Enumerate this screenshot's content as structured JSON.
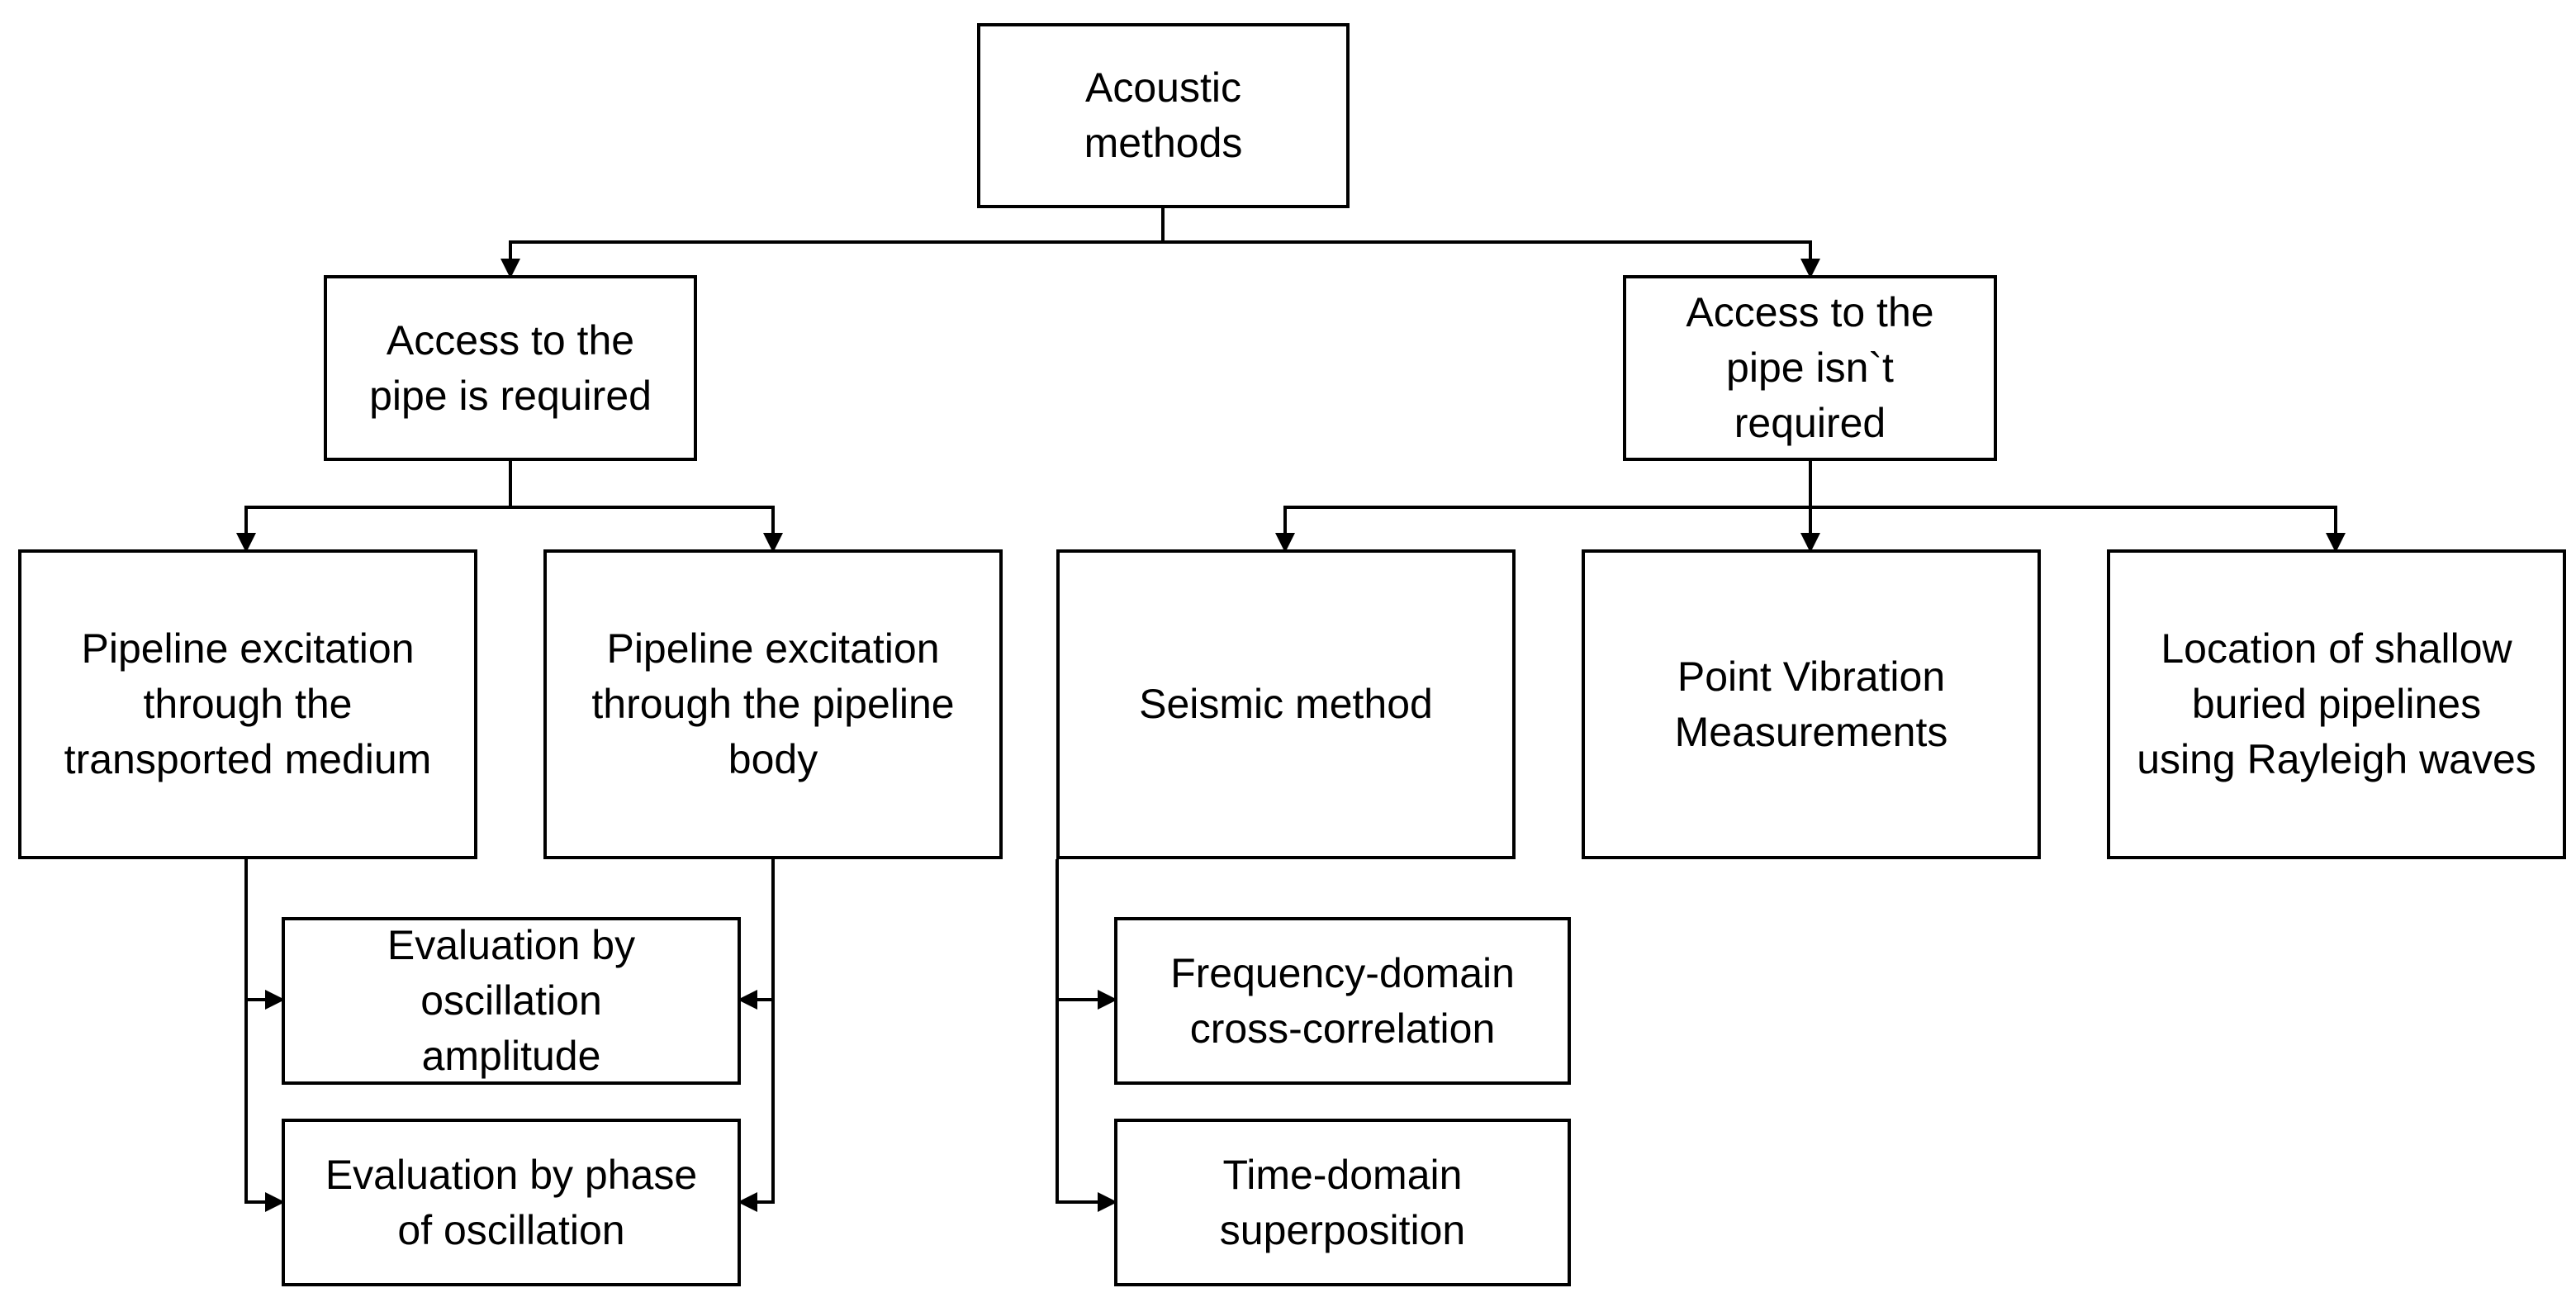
{
  "diagram": {
    "colors": {
      "stroke": "#000000",
      "fill": "#ffffff",
      "text": "#000000"
    },
    "nodes": {
      "acoustic_methods": "Acoustic\nmethods",
      "access_required": "Access to the\npipe is required",
      "access_not_required": "Access to the\npipe isn`t\nrequired",
      "excitation_medium": "Pipeline excitation\nthrough the\ntransported medium",
      "excitation_body": "Pipeline excitation\nthrough the pipeline\nbody",
      "seismic_method": "Seismic method",
      "point_vibration": "Point Vibration\nMeasurements",
      "rayleigh_waves": "Location of shallow\nburied pipelines\nusing Rayleigh waves",
      "eval_amplitude": "Evaluation by\noscillation\namplitude",
      "eval_phase": "Evaluation by phase\nof oscillation",
      "freq_domain": "Frequency-domain\ncross-correlation",
      "time_domain": "Time-domain\nsuperposition"
    },
    "edges": [
      {
        "from": "acoustic_methods",
        "to": "access_required"
      },
      {
        "from": "acoustic_methods",
        "to": "access_not_required"
      },
      {
        "from": "access_required",
        "to": "excitation_medium"
      },
      {
        "from": "access_required",
        "to": "excitation_body"
      },
      {
        "from": "access_not_required",
        "to": "seismic_method"
      },
      {
        "from": "access_not_required",
        "to": "point_vibration"
      },
      {
        "from": "access_not_required",
        "to": "rayleigh_waves"
      },
      {
        "from": "excitation_medium",
        "to": "eval_amplitude"
      },
      {
        "from": "excitation_medium",
        "to": "eval_phase"
      },
      {
        "from": "excitation_body",
        "to": "eval_amplitude"
      },
      {
        "from": "excitation_body",
        "to": "eval_phase"
      },
      {
        "from": "seismic_method",
        "to": "freq_domain"
      },
      {
        "from": "seismic_method",
        "to": "time_domain"
      }
    ]
  }
}
